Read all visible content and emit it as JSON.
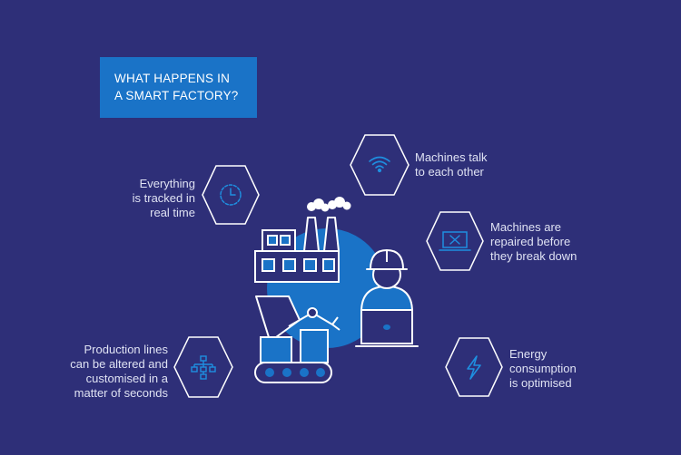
{
  "title": {
    "line1": "WHAT HAPPENS IN",
    "line2": "A SMART FACTORY?"
  },
  "colors": {
    "background": "#2e2f78",
    "accent": "#1a73c7",
    "line": "#ffffff",
    "icon": "#1e8fe0"
  },
  "items": [
    {
      "icon": "wifi-icon",
      "lines": [
        "Machines talk",
        "to each other"
      ]
    },
    {
      "icon": "clock-icon",
      "lines": [
        "Everything",
        "is tracked in",
        "real time"
      ]
    },
    {
      "icon": "laptop-tools-icon",
      "lines": [
        "Machines are",
        "repaired before",
        "they break down"
      ]
    },
    {
      "icon": "flowchart-icon",
      "lines": [
        "Production lines",
        "can be altered and",
        "customised in a",
        "matter of seconds"
      ]
    },
    {
      "icon": "lightning-icon",
      "lines": [
        "Energy",
        "consumption",
        "is optimised"
      ]
    }
  ]
}
